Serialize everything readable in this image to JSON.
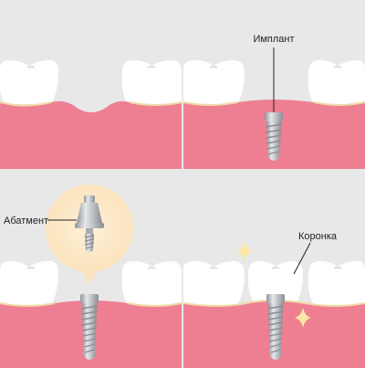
{
  "labels": {
    "implant": "Имплант",
    "abutment": "Абатмент",
    "crown": "Коронка"
  },
  "colors": {
    "background": "#e8e8e8",
    "gum": "#ee7f92",
    "gum_shadow": "#e5687f",
    "tooth": "#ffffff",
    "tooth_shadow": "#dcdcdc",
    "gum_line": "#f1d9a6",
    "metal": "#c9cbce",
    "metal_dark": "#9a9da2",
    "glow": "#fde9c8",
    "sparkle": "#fbe7a8",
    "label_line": "#222222"
  },
  "icons": [
    "tooth-icon",
    "implant-screw-icon",
    "abutment-icon",
    "sparkle-icon"
  ]
}
